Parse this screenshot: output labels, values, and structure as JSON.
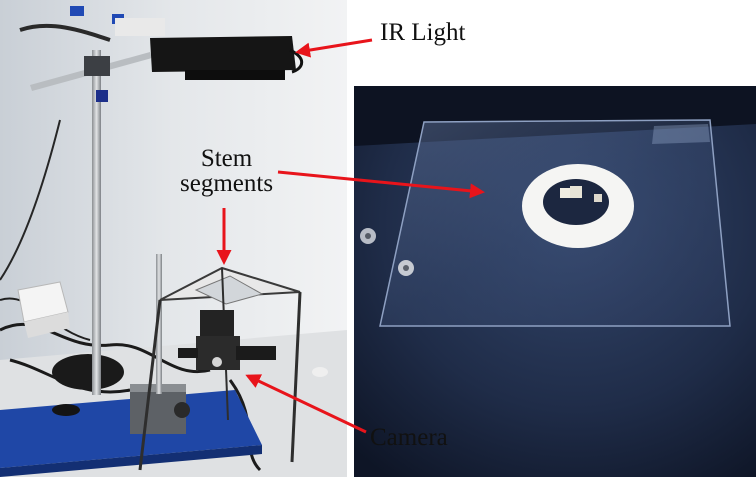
{
  "labels": {
    "ir_light": "IR Light",
    "stem_line1": "Stem",
    "stem_line2": "segments",
    "camera": "Camera"
  },
  "colors": {
    "arrow": "#e8141b",
    "label_text": "#111111"
  }
}
